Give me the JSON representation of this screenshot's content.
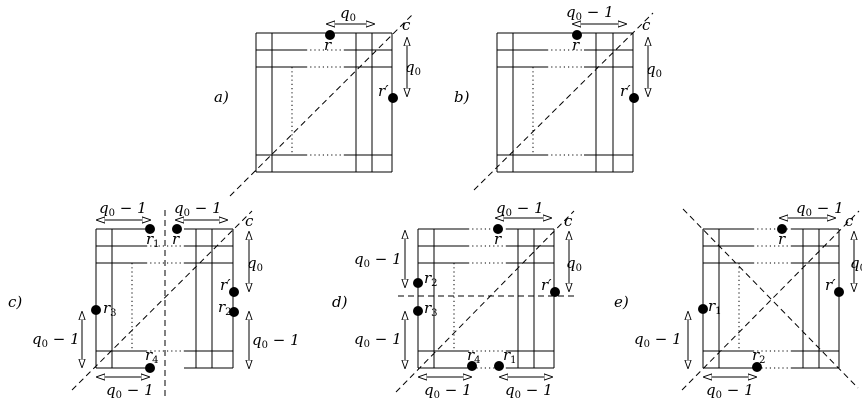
{
  "panels": [
    {
      "id": "a",
      "label": "a)",
      "points": [
        {
          "label": "r"
        },
        {
          "label": "r′"
        }
      ],
      "corner_label": "c",
      "dims": [
        {
          "text": "q",
          "sub": "0",
          "suffix": ""
        },
        {
          "text": "q",
          "sub": "0",
          "suffix": ""
        }
      ]
    },
    {
      "id": "b",
      "label": "b)",
      "points": [
        {
          "label": "r"
        },
        {
          "label": "r′"
        }
      ],
      "corner_label": "c",
      "dims": [
        {
          "text": "q",
          "sub": "0",
          "suffix": " − 1"
        },
        {
          "text": "q",
          "sub": "0",
          "suffix": ""
        }
      ]
    },
    {
      "id": "c",
      "label": "c)",
      "points": [
        {
          "label": "r"
        },
        {
          "label": "r",
          "sub": "1"
        },
        {
          "label": "r′"
        },
        {
          "label": "r",
          "sub": "2"
        },
        {
          "label": "r",
          "sub": "3"
        },
        {
          "label": "r",
          "sub": "4"
        }
      ],
      "corner_label": "c",
      "dims": [
        {
          "text": "q",
          "sub": "0",
          "suffix": " − 1"
        },
        {
          "text": "q",
          "sub": "0",
          "suffix": " − 1"
        },
        {
          "text": "q",
          "sub": "0",
          "suffix": ""
        },
        {
          "text": "q",
          "sub": "0",
          "suffix": " − 1"
        },
        {
          "text": "q",
          "sub": "0",
          "suffix": " − 1"
        },
        {
          "text": "q",
          "sub": "0",
          "suffix": " − 1"
        }
      ]
    },
    {
      "id": "d",
      "label": "d)",
      "points": [
        {
          "label": "r"
        },
        {
          "label": "r′"
        },
        {
          "label": "r",
          "sub": "2"
        },
        {
          "label": "r",
          "sub": "3"
        },
        {
          "label": "r",
          "sub": "4"
        },
        {
          "label": "r",
          "sub": "1"
        }
      ],
      "corner_label": "c",
      "dims": [
        {
          "text": "q",
          "sub": "0",
          "suffix": " − 1"
        },
        {
          "text": "q",
          "sub": "0",
          "suffix": ""
        },
        {
          "text": "q",
          "sub": "0",
          "suffix": " − 1"
        },
        {
          "text": "q",
          "sub": "0",
          "suffix": " − 1"
        },
        {
          "text": "q",
          "sub": "0",
          "suffix": " − 1"
        },
        {
          "text": "q",
          "sub": "0",
          "suffix": " − 1"
        }
      ]
    },
    {
      "id": "e",
      "label": "e)",
      "points": [
        {
          "label": "r"
        },
        {
          "label": "r′"
        },
        {
          "label": "r",
          "sub": "1"
        },
        {
          "label": "r",
          "sub": "2"
        }
      ],
      "corner_label": "c",
      "dims": [
        {
          "text": "q",
          "sub": "0",
          "suffix": " − 1"
        },
        {
          "text": "q",
          "sub": "0",
          "suffix": ""
        },
        {
          "text": "q",
          "sub": "0",
          "suffix": " − 1"
        },
        {
          "text": "q",
          "sub": "0",
          "suffix": " − 1"
        }
      ]
    }
  ]
}
